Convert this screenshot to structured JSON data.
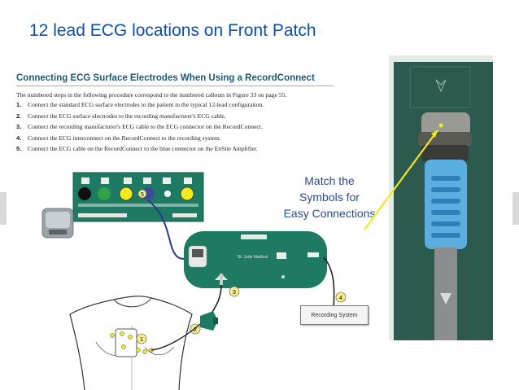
{
  "slide": {
    "title": "12 lead ECG locations on Front Patch"
  },
  "document": {
    "heading": "Connecting ECG Surface Electrodes When Using a RecordConnect",
    "intro": "The numbered steps in the following procedure correspond to the numbered callouts in Figure 33 on page 55.",
    "steps": [
      {
        "num": "1.",
        "text": "Connect the standard ECG surface electrodes to the patient in the typical 12-lead configuration."
      },
      {
        "num": "2.",
        "text": "Connect the ECG surface electrodes to the recording manufacturer's ECG cable."
      },
      {
        "num": "3.",
        "text": "Connect the recording manufacturer's ECG cable to the ECG connector on the RecordConnect."
      },
      {
        "num": "4.",
        "text": "Connect the ECG interconnect on the RecordConnect to the recording system."
      },
      {
        "num": "5.",
        "text": "Connect the ECG cable on the RecordConnect to the blue connector on the EnSite Amplifier."
      }
    ]
  },
  "callout": {
    "lines": [
      "Match the",
      "Symbols for",
      "Easy Connections"
    ]
  },
  "figure": {
    "recording_label": "Recording System",
    "device_label": "St. Jude Medical",
    "callouts": [
      "1",
      "2",
      "3",
      "4",
      "5"
    ]
  },
  "colors": {
    "title": "#0b4fa8",
    "panel": "#1e7a63",
    "arrow": "#f2ea1e",
    "cable": "#5aaee0"
  }
}
